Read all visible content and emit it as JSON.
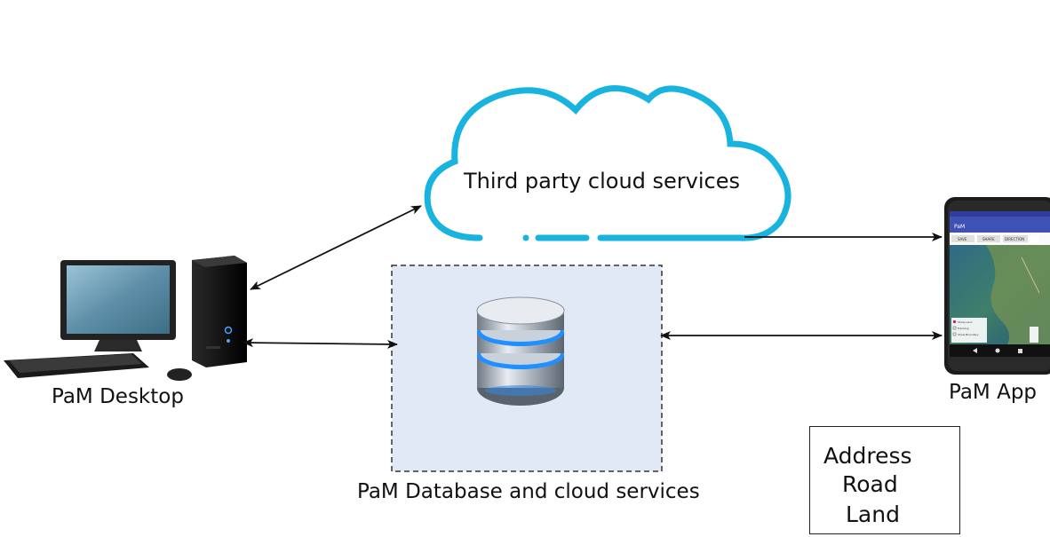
{
  "nodes": {
    "cloud": {
      "label": "Third party cloud services",
      "icon": "cloud-icon",
      "color": "#19b3e0"
    },
    "desktop": {
      "label": "PaM Desktop",
      "icon": "desktop-computer-icon"
    },
    "database": {
      "label": "PaM Database and cloud services",
      "icon": "database-icon",
      "box_fill": "#e1e8f6"
    },
    "app": {
      "label": "PaM App",
      "icon": "smartphone-icon"
    }
  },
  "legend": {
    "items": [
      "Address",
      "Road",
      "Land"
    ]
  },
  "phone_screen": {
    "title": "PaM",
    "buttons": [
      "SAVE",
      "SHARE",
      "DIRECTION"
    ],
    "checklist": [
      "Show Land",
      "Tracking",
      "Show Boundary"
    ]
  },
  "edges": [
    {
      "from": "desktop",
      "to": "cloud",
      "direction": "both"
    },
    {
      "from": "desktop",
      "to": "database",
      "direction": "both"
    },
    {
      "from": "cloud",
      "to": "app",
      "direction": "forward"
    },
    {
      "from": "database",
      "to": "app",
      "direction": "both"
    }
  ]
}
